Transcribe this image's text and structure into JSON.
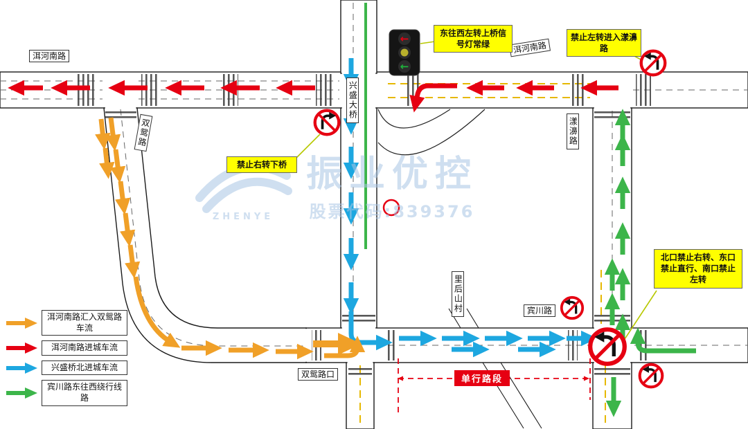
{
  "colors": {
    "red": "#e60012",
    "orange": "#f0a028",
    "blue": "#1da7e0",
    "green": "#3cb54a",
    "callout_bg": "#ffff00",
    "oneway_bg": "#e60012",
    "watermark": "#a9c6e4"
  },
  "roads": {
    "erhe_south_left": "洱河南路",
    "erhe_south_right": "洱河南路",
    "shuangyuan": "双鸳路",
    "xingsheng_bridge": "兴盛大桥",
    "yangbi": "漾濞路",
    "lihoushan": "里后山村",
    "binchuan": "宾川路",
    "shuangyuan_junction": "双鸳路口"
  },
  "callouts": {
    "signal": "东往西左转上桥信号灯常绿",
    "no_left_yangbi": "禁止左转进入漾濞路",
    "no_right_bridge": "禁止右转下桥",
    "junction_rules": "北口禁止右转、东口禁止直行、南口禁止左转"
  },
  "oneway_label": "单行路段",
  "traffic_light": {
    "top": "←",
    "bottom": "←"
  },
  "legend": {
    "items": [
      {
        "label": "洱河南路汇入双鸳路车流",
        "color": "#f0a028"
      },
      {
        "label": "洱河南路进城车流",
        "color": "#e60012"
      },
      {
        "label": "兴盛桥北进城车流",
        "color": "#1da7e0"
      },
      {
        "label": "宾川路东往西绕行线路",
        "color": "#3cb54a"
      }
    ]
  },
  "watermark": {
    "brand": "振业优控",
    "stock": "股票代码:839376",
    "latin": "ZHENYE"
  }
}
